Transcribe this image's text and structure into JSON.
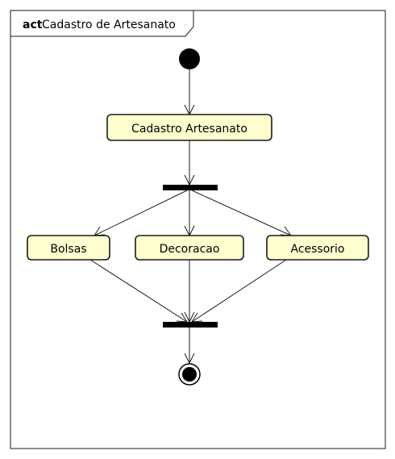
{
  "frame": {
    "keyword": "act",
    "title": "Cadastro de Artesanato"
  },
  "nodes": {
    "main_action": "Cadastro Artesanato",
    "branches": [
      "Bolsas",
      "Decoracao",
      "Acessorio"
    ]
  },
  "colors": {
    "action_fill": "#fefece",
    "stroke": "#1a1a1a"
  }
}
